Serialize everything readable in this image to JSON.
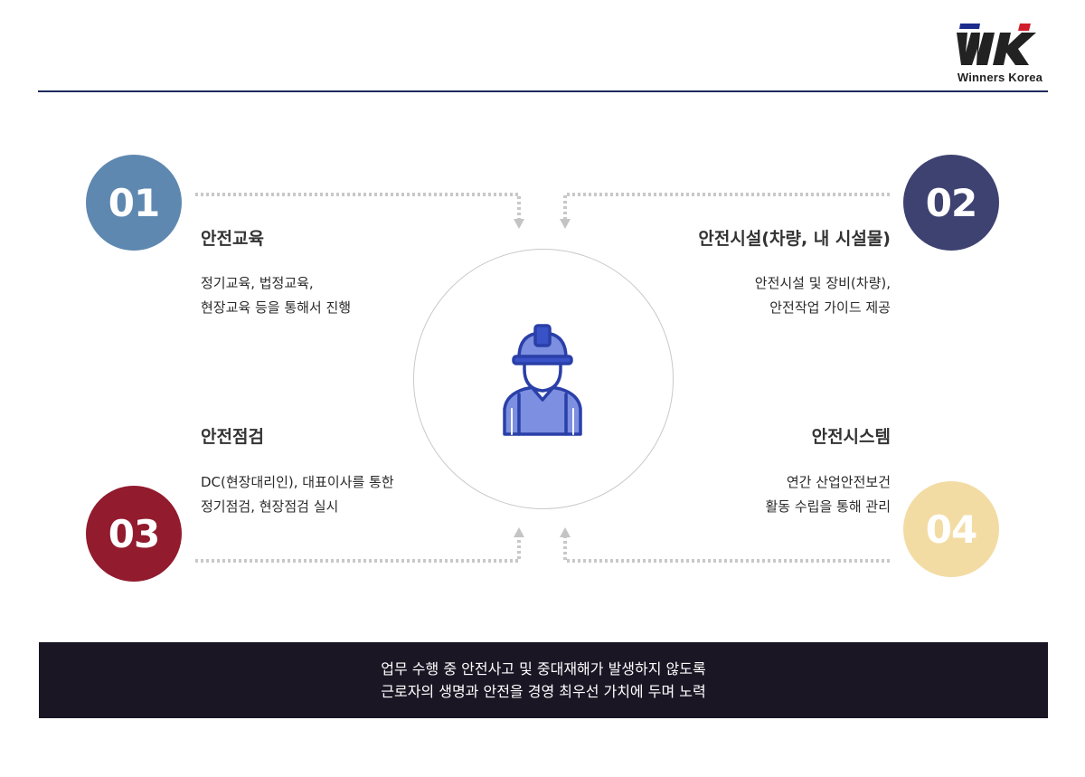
{
  "logo": {
    "text": "Winners Korea",
    "brand_colors": {
      "blue": "#1c2c8c",
      "red": "#d01c2c",
      "dark": "#222222"
    }
  },
  "items": [
    {
      "number": "01",
      "title": "안전교육",
      "lines": [
        "정기교육, 법정교육,",
        "현장교육 등을 통해서 진행"
      ],
      "color": "#5e88b0"
    },
    {
      "number": "02",
      "title": "안전시설(차량, 내 시설물)",
      "lines": [
        "안전시설 및 장비(차량),",
        "안전작업 가이드 제공"
      ],
      "color": "#3e4271"
    },
    {
      "number": "03",
      "title": "안전점검",
      "lines": [
        "DC(현장대리인), 대표이사를 통한",
        "정기점검, 현장점검 실시"
      ],
      "color": "#921b2e"
    },
    {
      "number": "04",
      "title": "안전시스템",
      "lines": [
        "연간 산업안전보건",
        "활동 수립을 통해 관리"
      ],
      "color": "#f3dca4"
    }
  ],
  "center": {
    "icon": "safety-worker-icon",
    "icon_color": "#2a3fa8"
  },
  "footer": {
    "lines": [
      "업무 수행 중 안전사고 및 중대재해가 발생하지 않도록",
      "근로자의 생명과 안전을 경영 최우선 가치에 두며 노력"
    ]
  }
}
